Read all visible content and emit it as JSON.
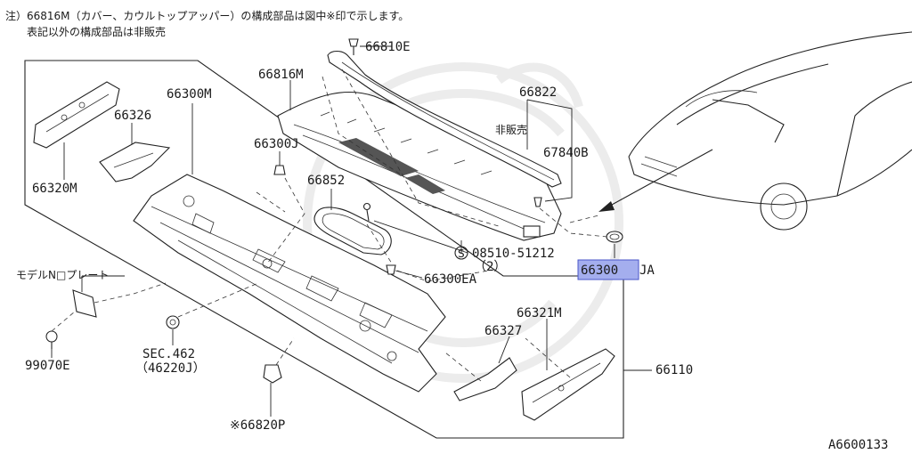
{
  "note": {
    "line1": "注）66816M（カバー、カウルトップアッパー）の構成部品は図中※印で示します。",
    "line2": "表記以外の構成部品は非販売"
  },
  "labels": {
    "p66810E": "66810E",
    "p66816M": "66816M",
    "p66822": "66822",
    "hibaibai": "非販売",
    "p67840B": "67840B",
    "p66300M": "66300M",
    "p66326": "66326",
    "p66320M": "66320M",
    "p66300J": "66300J",
    "p66852": "66852",
    "p08510": "08510-51212",
    "qty2": "（2）",
    "screw_s": "S",
    "p66300JA_hl": "66300",
    "p66300JA_suffix": "JA",
    "p66300EA": "66300EA",
    "model_plate": "モデルN□プレート",
    "p99070E": "99070E",
    "sec462": "SEC.462",
    "sec462_ref": "（46220J）",
    "p66820P": "※66820P",
    "p66321M": "66321M",
    "p66327": "66327",
    "p66110": "66110"
  },
  "figure_id": "A6600133",
  "colors": {
    "highlight_fill": "#a4aeee",
    "highlight_border": "#4a55c8",
    "ink": "#222222",
    "watermark": "#ececec"
  }
}
